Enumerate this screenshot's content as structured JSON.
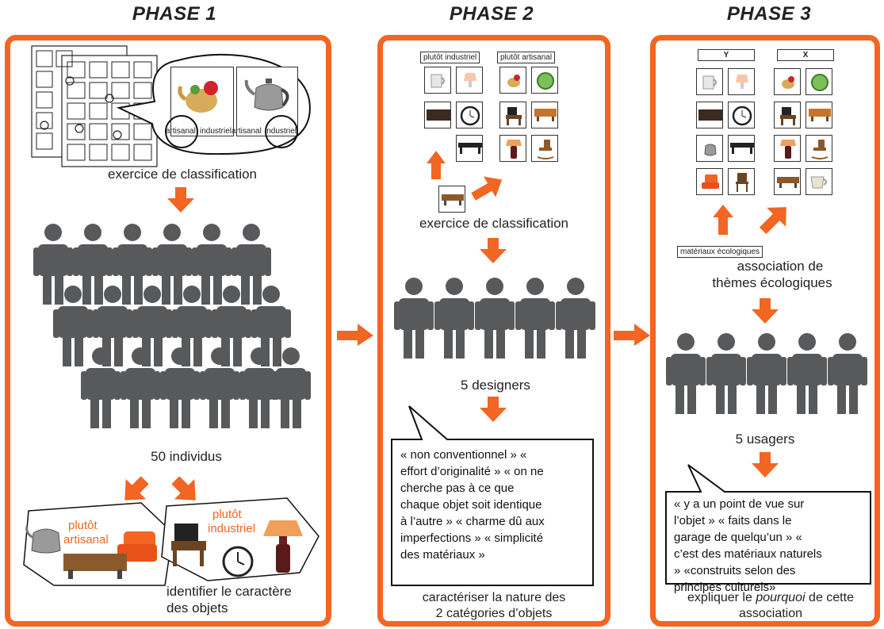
{
  "phases": [
    {
      "title": "PHASE 1"
    },
    {
      "title": "PHASE 2"
    },
    {
      "title": "PHASE 3"
    }
  ],
  "phase1": {
    "card_label_artisanal": "artisanal",
    "card_label_industriel": "industriel",
    "card2_label_artisanal": "artisanal",
    "card2_label_industriel": "industriel",
    "exercise_caption": "exercice de classification",
    "participants_caption": "50 individus",
    "group_artisanal_line1": "plutôt",
    "group_artisanal_line2": "artisanal",
    "group_industriel_line1": "plutôt",
    "group_industriel_line2": "industriel",
    "identify_caption_line1": "identifier le caractère",
    "identify_caption_line2": "des objets"
  },
  "phase2": {
    "tag_industriel": "plutôt industriel",
    "tag_artisanal": "plutôt artisanal",
    "exercise_caption": "exercice de classification",
    "participants_caption": "5 designers",
    "quote_lines": [
      "« non conventionnel » «",
      "effort d’originalité » « on ne",
      "cherche pas à ce que",
      "chaque objet soit identique",
      "à l’autre » « charme dû aux",
      "imperfections » « simplicité",
      "des matériaux »"
    ],
    "bottom_caption_line1": "caractériser la nature des",
    "bottom_caption_line2": "2 catégories d’objets"
  },
  "phase3": {
    "tag_y": "Y",
    "tag_x": "X",
    "tag_materials": "matériaux écologiques",
    "association_caption_line1": "association de",
    "association_caption_line2": "thèmes écologiques",
    "participants_caption": "5 usagers",
    "quote_lines": [
      "« y a un point de vue sur",
      "l’objet » « faits dans le",
      "garage de quelqu’un » «",
      "c’est des matériaux naturels",
      "» «construits selon des",
      "principes culturels»"
    ],
    "bottom_caption_prefix": "expliquer le ",
    "bottom_caption_italic": "pourquoi",
    "bottom_caption_suffix": " de cette",
    "bottom_caption_line2": "association"
  },
  "colors": {
    "accent": "#f26522",
    "figure": "#58595b",
    "text": "#222222"
  }
}
